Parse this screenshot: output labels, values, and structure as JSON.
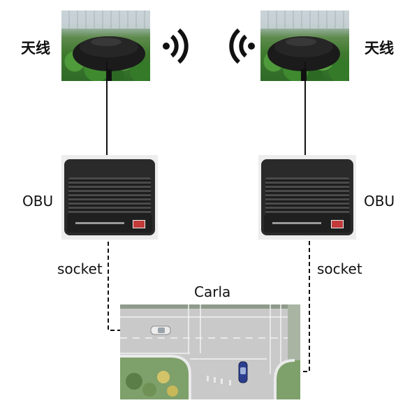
{
  "labels": {
    "antenna_left": "天线",
    "antenna_right": "天线",
    "obu_left": "OBU",
    "obu_right": "OBU",
    "socket_left": "socket",
    "socket_right": "socket",
    "carla": "Carla"
  },
  "icons": {
    "signal_left": "wireless-signal-icon",
    "signal_right": "wireless-signal-icon"
  },
  "colors": {
    "line": "#111111",
    "car_left": "#e8e8e8",
    "car_right": "#2c3e8f"
  }
}
